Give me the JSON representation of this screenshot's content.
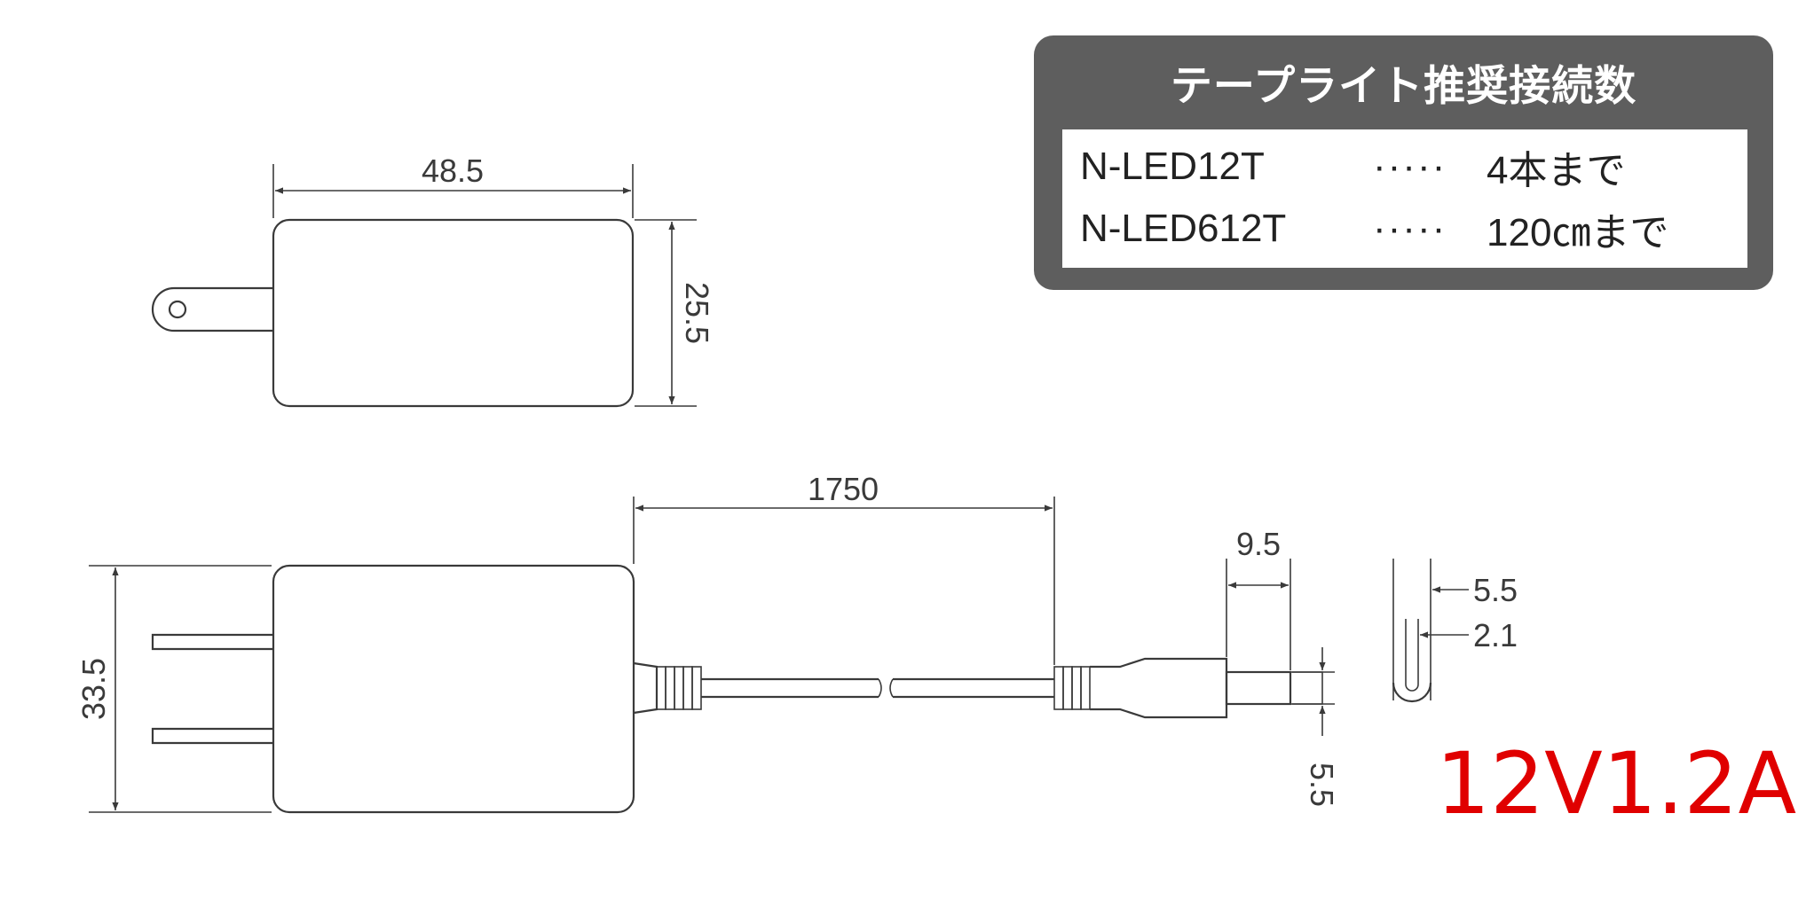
{
  "dimensions": {
    "top_width": "48.5",
    "top_height": "25.5",
    "cable_length": "1750",
    "side_height": "33.5",
    "plug_length": "9.5",
    "plug_outer_bottom": "5.5",
    "plug_outer": "5.5",
    "plug_inner": "2.1"
  },
  "panel": {
    "title": "テープライト推奨接続数",
    "rows": [
      {
        "model": "N-LED12T",
        "dots": "·····",
        "value": "4本まで"
      },
      {
        "model": "N-LED612T",
        "dots": "·····",
        "value": "120㎝まで"
      }
    ]
  },
  "spec": "12V1.2A",
  "colors": {
    "line": "#3a3a3a",
    "panel": "#5e5e5e",
    "spec": "#e00000"
  }
}
